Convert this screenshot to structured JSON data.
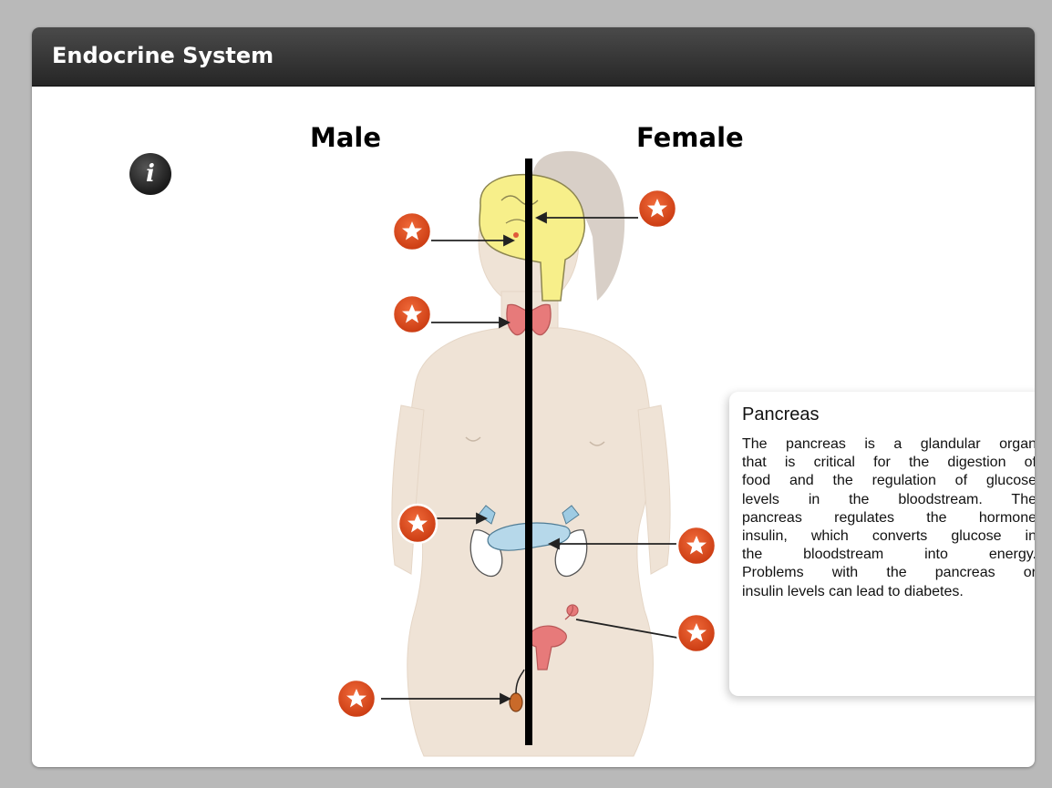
{
  "header": {
    "title": "Endocrine System"
  },
  "labels": {
    "male": "Male",
    "female": "Female"
  },
  "info_button": {
    "glyph": "i"
  },
  "hotspots": [
    {
      "id": "pituitary-male",
      "icon": "star-icon",
      "color": "#d9451d"
    },
    {
      "id": "hypothalamus-female",
      "icon": "star-icon",
      "color": "#d9451d"
    },
    {
      "id": "thyroid",
      "icon": "star-icon",
      "color": "#d9451d"
    },
    {
      "id": "adrenal",
      "icon": "star-icon",
      "color": "#d9451d"
    },
    {
      "id": "pancreas",
      "icon": "star-icon",
      "color": "#d9451d"
    },
    {
      "id": "ovary",
      "icon": "star-icon",
      "color": "#d9451d"
    },
    {
      "id": "testis",
      "icon": "star-icon",
      "color": "#d9451d"
    }
  ],
  "popup": {
    "title": "Pancreas",
    "lines": [
      "The pancreas is a glandular organ",
      "that is critical for the digestion of",
      "food and the regulation of glucose",
      "levels in the bloodstream. The",
      "pancreas regulates the hormone",
      "insulin, which converts glucose in",
      "the bloodstream into energy.",
      "Problems with the pancreas or",
      "insulin levels can lead to diabetes."
    ]
  },
  "colors": {
    "accent": "#d9451d",
    "skin": "#efe3d6",
    "titlebar": "#2e2e2e"
  }
}
